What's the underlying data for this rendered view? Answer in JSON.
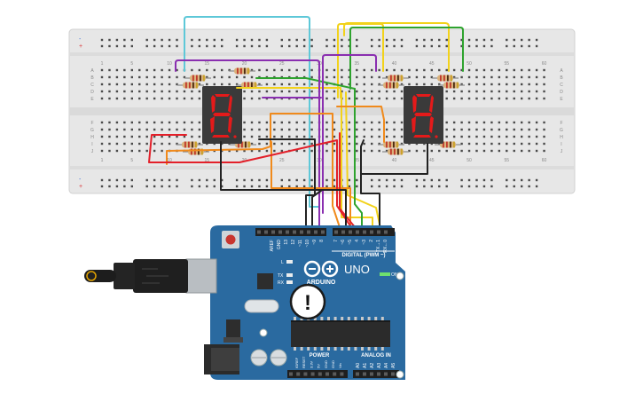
{
  "breadboard": {
    "column_numbers_top": [
      "1",
      "5",
      "10",
      "15",
      "20",
      "25",
      "30",
      "35",
      "40",
      "45",
      "50",
      "55",
      "60"
    ],
    "column_numbers_bottom": [
      "1",
      "5",
      "10",
      "15",
      "20",
      "25",
      "30",
      "35",
      "40",
      "45",
      "50",
      "55",
      "60"
    ],
    "row_letters_top": [
      "A",
      "B",
      "C",
      "D",
      "E"
    ],
    "row_letters_bottom": [
      "F",
      "G",
      "H",
      "I",
      "J"
    ],
    "rail_plus": "+",
    "rail_minus": "-"
  },
  "displays": [
    {
      "digit": "8",
      "color": "#e41a1a"
    },
    {
      "digit": "8",
      "color": "#e41a1a"
    }
  ],
  "arduino": {
    "board_color": "#2a6aa0",
    "logo_text": "ARDUINO",
    "model": "UNO",
    "on_label": "ON",
    "digital_label": "DIGITAL (PWM ~)",
    "power_label": "POWER",
    "analog_label": "ANALOG IN",
    "l_label": "L",
    "tx_label": "TX",
    "rx_label": "RX",
    "warning_symbol": "!",
    "top_pin_labels": [
      "AREF",
      "GND",
      "13",
      "12",
      "~11",
      "~10",
      "~9",
      "8",
      "7",
      "~6",
      "~5",
      "4",
      "~3",
      "2",
      "TX→1",
      "RX←0"
    ],
    "power_pin_labels": [
      "IOREF",
      "RESET",
      "3.3V",
      "5V",
      "GND",
      "GND",
      "Vin"
    ],
    "analog_pin_labels": [
      "A0",
      "A1",
      "A2",
      "A3",
      "A4",
      "A5"
    ]
  },
  "wire_colors": {
    "cyan": "#5ec8d8",
    "yellow": "#f2d21b",
    "green": "#2ea32e",
    "purple": "#8a2fb0",
    "orange": "#f08a1c",
    "red": "#e3202a",
    "black": "#222222"
  }
}
